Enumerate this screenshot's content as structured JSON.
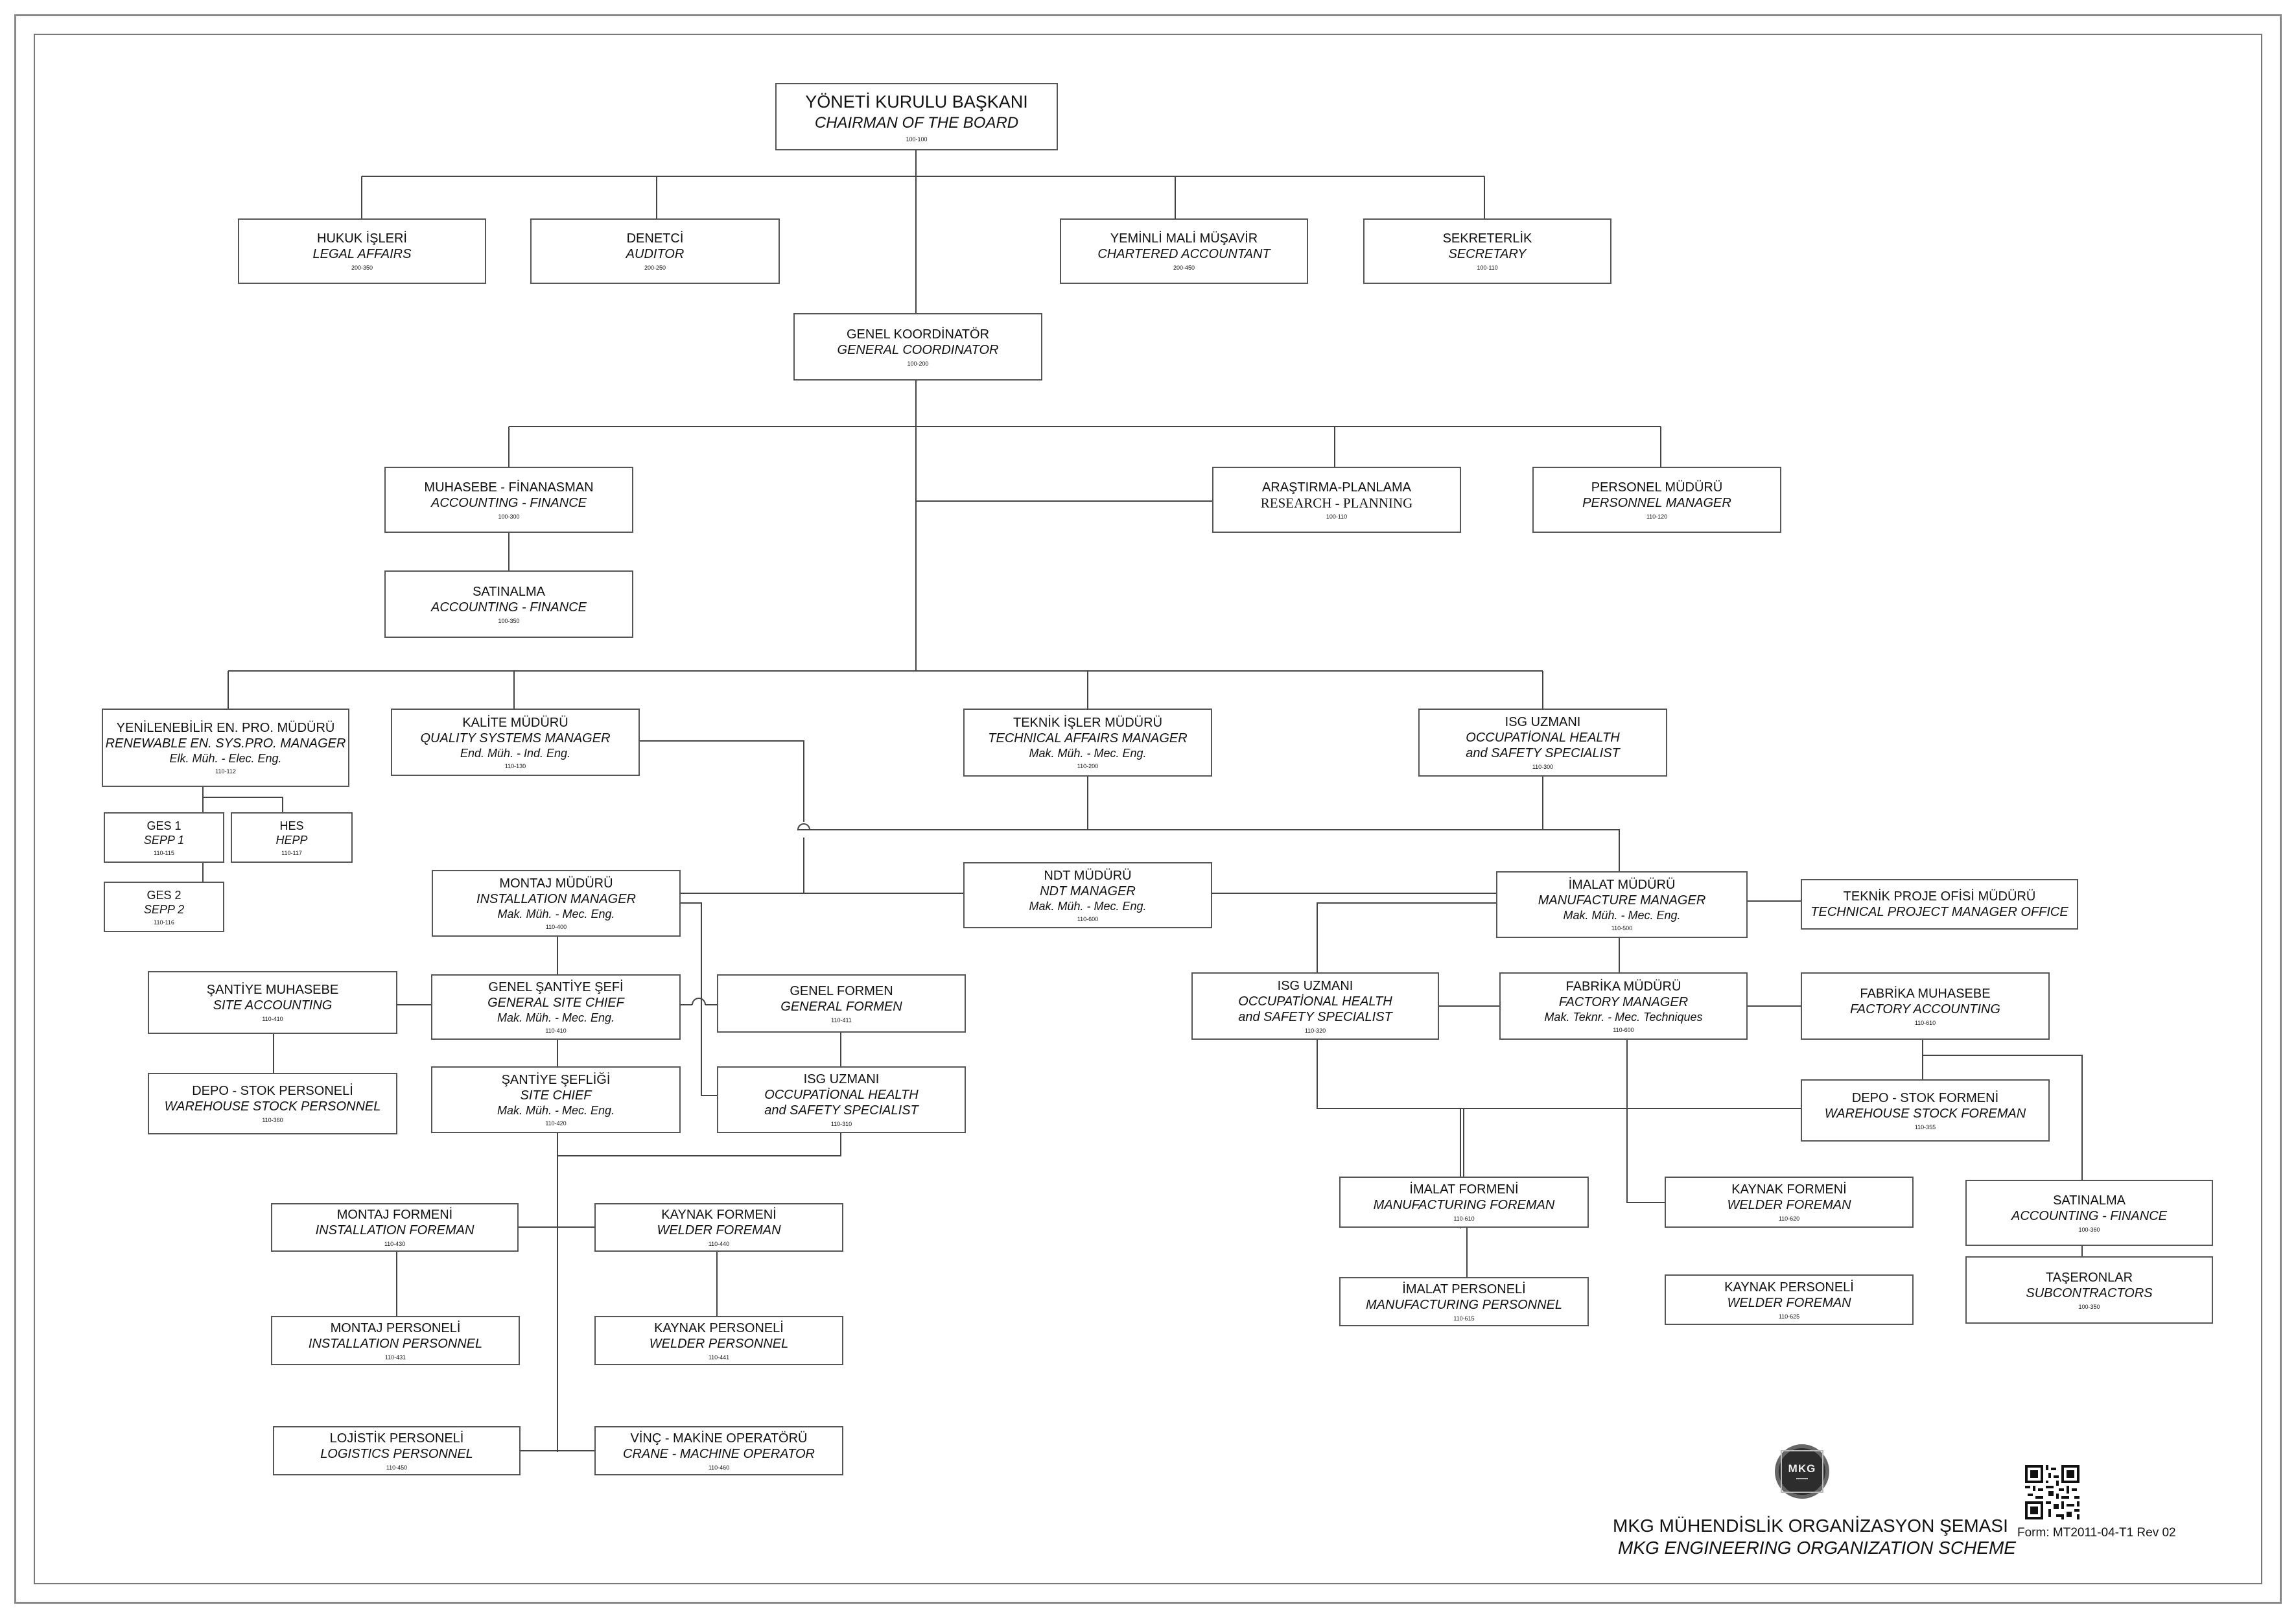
{
  "chart": {
    "chairman": {
      "l1": "YÖNETİ KURULU BAŞKANI",
      "l2": "CHAIRMAN OF THE BOARD",
      "code": "100-100"
    },
    "legal": {
      "l1": "HUKUK İŞLERİ",
      "l2": "LEGAL AFFAIRS",
      "code": "200-350"
    },
    "auditor": {
      "l1": "DENETCİ",
      "l2": "AUDITOR",
      "code": "200-250"
    },
    "chartered": {
      "l1": "YEMİNLİ MALİ MÜŞAVİR",
      "l2": "CHARTERED ACCOUNTANT",
      "code": "200-450"
    },
    "secretary": {
      "l1": "SEKRETERLİK",
      "l2": "SECRETARY",
      "code": "100-110"
    },
    "coordinator": {
      "l1": "GENEL KOORDİNATÖR",
      "l2": "GENERAL COORDINATOR",
      "code": "100-200"
    },
    "accounting": {
      "l1": "MUHASEBE - FİNANASMAN",
      "l2": "ACCOUNTING - FINANCE",
      "code": "100-300"
    },
    "research": {
      "l1": "ARAŞTIRMA-PLANLAMA",
      "l2": "RESEARCH - PLANNING",
      "code": "100-110"
    },
    "personnel": {
      "l1": "PERSONEL MÜDÜRÜ",
      "l2": "PERSONNEL MANAGER",
      "code": "110-120"
    },
    "purchasing": {
      "l1": "SATINALMA",
      "l2": "ACCOUNTING - FINANCE",
      "code": "100-350"
    },
    "renewable": {
      "l1": "YENİLENEBİLİR EN. PRO. MÜDÜRÜ",
      "l2": "RENEWABLE EN. SYS.PRO. MANAGER",
      "l3": "Elk. Müh. - Elec. Eng.",
      "code": "110-112"
    },
    "quality": {
      "l1": "KALİTE MÜDÜRÜ",
      "l2": "QUALITY SYSTEMS MANAGER",
      "l3": "End. Müh. - Ind. Eng.",
      "code": "110-130"
    },
    "technical": {
      "l1": "TEKNİK İŞLER MÜDÜRÜ",
      "l2": "TECHNICAL AFFAIRS MANAGER",
      "l3": "Mak. Müh. - Mec. Eng.",
      "code": "110-200"
    },
    "isg_top": {
      "l1": "ISG UZMANI",
      "l2": "OCCUPATİONAL HEALTH",
      "l3": "and SAFETY SPECIALIST",
      "code": "110-300"
    },
    "ges1": {
      "l1": "GES 1",
      "l2": "SEPP 1",
      "code": "110-115"
    },
    "hes": {
      "l1": "HES",
      "l2": "HEPP",
      "code": "110-117"
    },
    "ges2": {
      "l1": "GES 2",
      "l2": "SEPP 2",
      "code": "110-116"
    },
    "installation": {
      "l1": "MONTAJ MÜDÜRÜ",
      "l2": "INSTALLATION MANAGER",
      "l3": "Mak. Müh. - Mec. Eng.",
      "code": "110-400"
    },
    "ndt": {
      "l1": "NDT MÜDÜRÜ",
      "l2": "NDT MANAGER",
      "l3": "Mak. Müh. - Mec. Eng.",
      "code": "110-600"
    },
    "manufacture": {
      "l1": "İMALAT MÜDÜRÜ",
      "l2": "MANUFACTURE  MANAGER",
      "l3": "Mak. Müh.  - Mec. Eng.",
      "code": "110-500"
    },
    "tech_project": {
      "l1": "TEKNİK PROJE OFİSİ MÜDÜRÜ",
      "l2": "TECHNICAL PROJECT MANAGER OFFICE"
    },
    "site_accounting": {
      "l1": "ŞANTİYE MUHASEBE",
      "l2": "SITE ACCOUNTING",
      "code": "110-410"
    },
    "gen_site_chief": {
      "l1": "GENEL ŞANTİYE ŞEFİ",
      "l2": "GENERAL SITE CHIEF",
      "l3": "Mak. Müh. - Mec. Eng.",
      "code": "110-410"
    },
    "gen_formen": {
      "l1": "GENEL FORMEN",
      "l2": "GENERAL FORMEN",
      "code": "110-411"
    },
    "warehouse_personnel": {
      "l1": "DEPO - STOK PERSONELİ",
      "l2": "WAREHOUSE STOCK PERSONNEL",
      "code": "110-360"
    },
    "site_chief": {
      "l1": "ŞANTİYE ŞEFLİĞİ",
      "l2": "SITE CHIEF",
      "l3": "Mak. Müh. - Mec. Eng.",
      "code": "110-420"
    },
    "isg_mid": {
      "l1": "ISG UZMANI",
      "l2": "OCCUPATİONAL HEALTH",
      "l3": "and SAFETY SPECIALIST",
      "code": "110-310"
    },
    "isg_right": {
      "l1": "ISG UZMANI",
      "l2": "OCCUPATİONAL HEALTH",
      "l3": "and SAFETY SPECIALIST",
      "code": "110-320"
    },
    "factory_manager": {
      "l1": "FABRİKA  MÜDÜRÜ",
      "l2": "FACTORY MANAGER",
      "l3": "Mak. Teknr. - Mec. Techniques",
      "code": "110-600"
    },
    "factory_accounting": {
      "l1": "FABRİKA MUHASEBE",
      "l2": "FACTORY ACCOUNTING",
      "code": "110-610"
    },
    "warehouse_foreman": {
      "l1": "DEPO - STOK FORMENİ",
      "l2": "WAREHOUSE STOCK FOREMAN",
      "code": "110-355"
    },
    "manufacturing_foreman": {
      "l1": "İMALAT FORMENİ",
      "l2": "MANUFACTURING FOREMAN",
      "code": "110-610"
    },
    "welder_foreman_r": {
      "l1": "KAYNAK  FORMENİ",
      "l2": "WELDER FOREMAN",
      "code": "110-620"
    },
    "purchasing_r": {
      "l1": "SATINALMA",
      "l2": "ACCOUNTING - FINANCE",
      "code": "100-360"
    },
    "manufacturing_personnel": {
      "l1": "İMALAT PERSONELİ",
      "l2": "MANUFACTURING PERSONNEL",
      "code": "110-615"
    },
    "welder_personnel_r": {
      "l1": "KAYNAK  PERSONELİ",
      "l2": "WELDER FOREMAN",
      "code": "110-625"
    },
    "subcontractors": {
      "l1": "TAŞERONLAR",
      "l2": "SUBCONTRACTORS",
      "code": "100-350"
    },
    "installation_foreman": {
      "l1": "MONTAJ FORMENİ",
      "l2": "INSTALLATION FOREMAN",
      "code": "110-430"
    },
    "welder_foreman_l": {
      "l1": "KAYNAK  FORMENİ",
      "l2": "WELDER FOREMAN",
      "code": "110-440"
    },
    "installation_personnel": {
      "l1": "MONTAJ PERSONELİ",
      "l2": "INSTALLATION PERSONNEL",
      "code": "110-431"
    },
    "welder_personnel_l": {
      "l1": "KAYNAK  PERSONELİ",
      "l2": "WELDER PERSONNEL",
      "code": "110-441"
    },
    "logistics": {
      "l1": "LOJİSTİK  PERSONELİ",
      "l2": "LOGISTICS PERSONNEL",
      "code": "110-450"
    },
    "crane": {
      "l1": "VİNÇ - MAKİNE OPERATÖRÜ",
      "l2": "CRANE - MACHINE OPERATOR",
      "code": "110-460"
    }
  },
  "footer": {
    "title_tr": "MKG MÜHENDİSLİK  ORGANİZASYON ŞEMASI",
    "title_en": "MKG ENGINEERING ORGANIZATION SCHEME",
    "form_no": "Form: MT2011-04-T1 Rev 02",
    "logo_text": "MKG"
  }
}
